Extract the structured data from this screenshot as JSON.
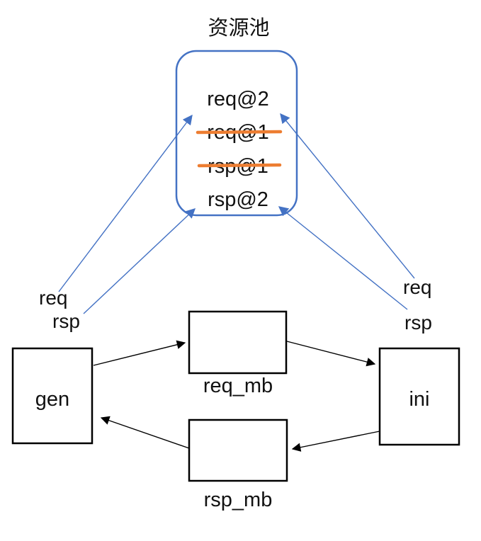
{
  "diagram": {
    "title": "资源池",
    "pool": {
      "items": [
        {
          "text": "req@2",
          "struck": false
        },
        {
          "text": "req@1",
          "struck": true
        },
        {
          "text": "rsp@1",
          "struck": true
        },
        {
          "text": "rsp@2",
          "struck": false
        }
      ]
    },
    "edge_labels": {
      "left_req": "req",
      "left_rsp": "rsp",
      "right_req": "req",
      "right_rsp": "rsp"
    },
    "nodes": {
      "gen": {
        "label": "gen"
      },
      "req_mb": {
        "label": "req_mb"
      },
      "rsp_mb": {
        "label": "rsp_mb"
      },
      "ini": {
        "label": "ini"
      }
    },
    "colors": {
      "blue": "#4472C4",
      "orange": "#ED7D31",
      "black": "#000000"
    }
  }
}
